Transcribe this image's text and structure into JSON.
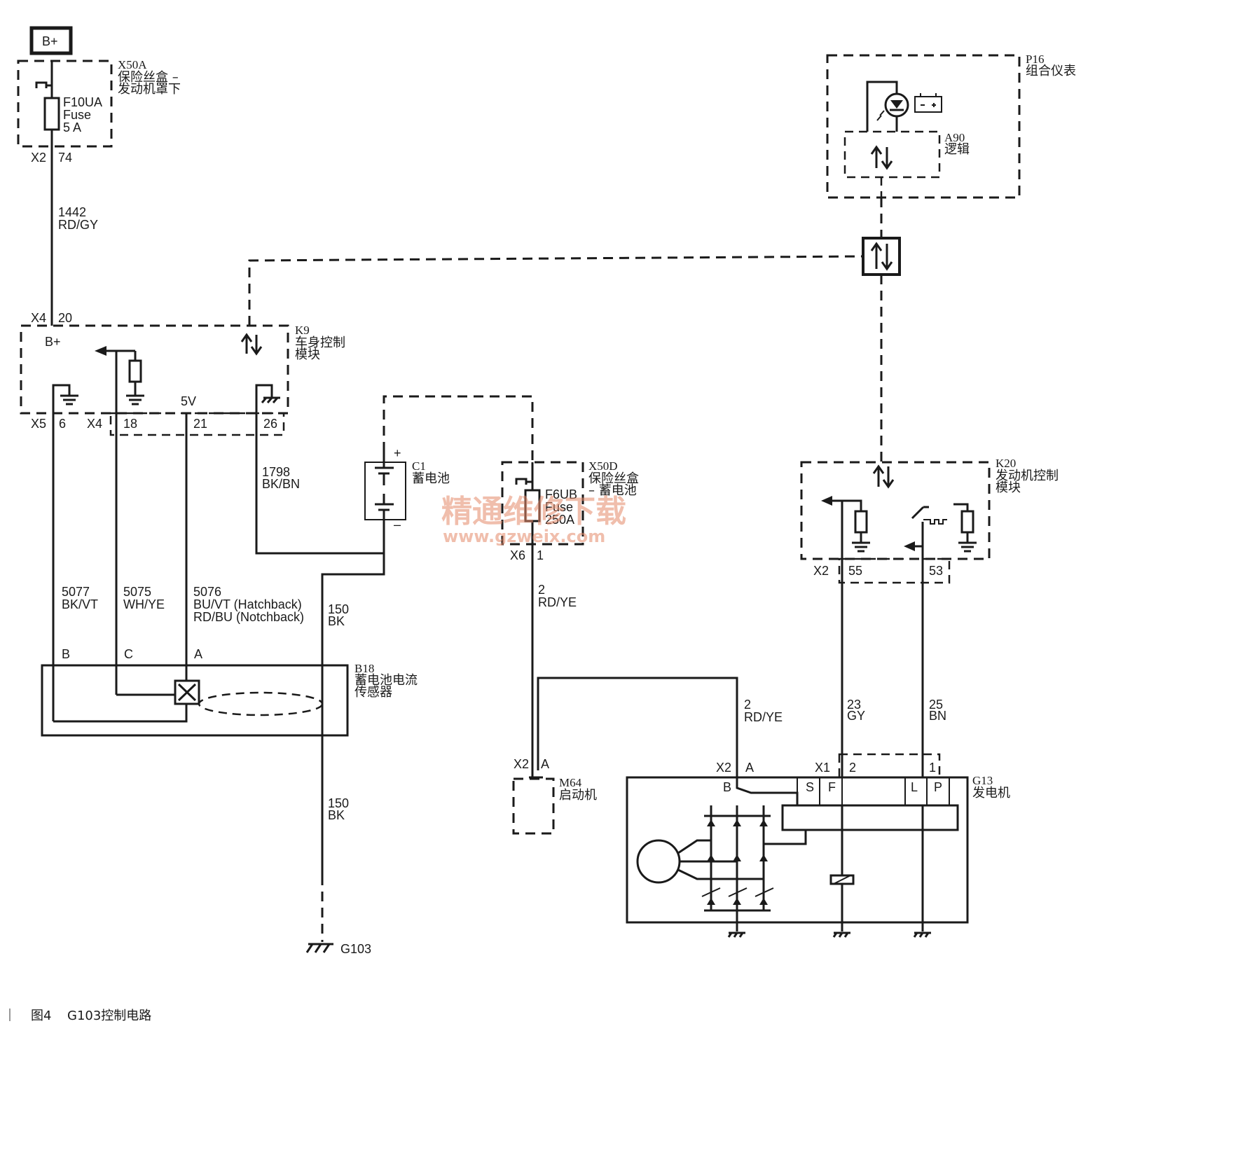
{
  "supply": {
    "bplus": "B+"
  },
  "x50a": {
    "id": "X50A",
    "name1": "保险丝盒 –",
    "name2": "发动机罩下",
    "fuse1": "F10UA",
    "fuse2": "Fuse",
    "fuse3": "5 A",
    "conn": "X2",
    "pin": "74"
  },
  "wire1442": {
    "num": "1442",
    "color": "RD/GY"
  },
  "k9": {
    "conn_in": "X4",
    "pin_in": "20",
    "bplus": "B+",
    "id": "K9",
    "name1": "车身控制",
    "name2": "模块",
    "v5": "5V",
    "x5": "X5",
    "p6": "6",
    "x4": "X4",
    "p18": "18",
    "p21": "21",
    "p26": "26"
  },
  "wire1798": {
    "num": "1798",
    "color": "BK/BN"
  },
  "c1": {
    "id": "C1",
    "name": "蓄电池",
    "plus": "+",
    "minus": "–"
  },
  "x50d": {
    "id": "X50D",
    "name1": "保险丝盒",
    "name2": "– 蓄电池",
    "fuse1": "F6UB",
    "fuse2": "Fuse",
    "fuse3": "250A",
    "conn": "X6",
    "pin": "1"
  },
  "p16": {
    "id": "P16",
    "name": "组合仪表"
  },
  "a90": {
    "id": "A90",
    "name": "逻辑"
  },
  "k20": {
    "id": "K20",
    "name1": "发动机控制",
    "name2": "模块",
    "conn": "X2",
    "p55": "55",
    "p53": "53"
  },
  "wires": {
    "w5077": {
      "num": "5077",
      "color": "BK/VT"
    },
    "w5075": {
      "num": "5075",
      "color": "WH/YE"
    },
    "w5076": {
      "num": "5076",
      "color1": "BU/VT (Hatchback)",
      "color2": "RD/BU (Notchback)"
    },
    "w150a": {
      "num": "150",
      "color": "BK"
    },
    "w150b": {
      "num": "150",
      "color": "BK"
    },
    "w2a": {
      "num": "2",
      "color": "RD/YE"
    },
    "w2b": {
      "num": "2",
      "color": "RD/YE"
    },
    "w23": {
      "num": "23",
      "color": "GY"
    },
    "w25": {
      "num": "25",
      "color": "BN"
    }
  },
  "b18": {
    "id": "B18",
    "name1": "蓄电池电流",
    "name2": "传感器",
    "pB": "B",
    "pC": "C",
    "pA": "A"
  },
  "m64": {
    "id": "M64",
    "name": "启动机",
    "conn": "X2",
    "pin": "A"
  },
  "g13": {
    "id": "G13",
    "name": "发电机",
    "x2": "X2",
    "pA": "A",
    "x1": "X1",
    "p2": "2",
    "p1": "1",
    "B": "B",
    "S": "S",
    "F": "F",
    "L": "L",
    "P": "P"
  },
  "ground": {
    "g103": "G103"
  },
  "watermark": {
    "line1": "精通维修下载",
    "line2": "www.gzweix.com"
  },
  "caption": {
    "fig": "图4",
    "title": "G103控制电路"
  }
}
